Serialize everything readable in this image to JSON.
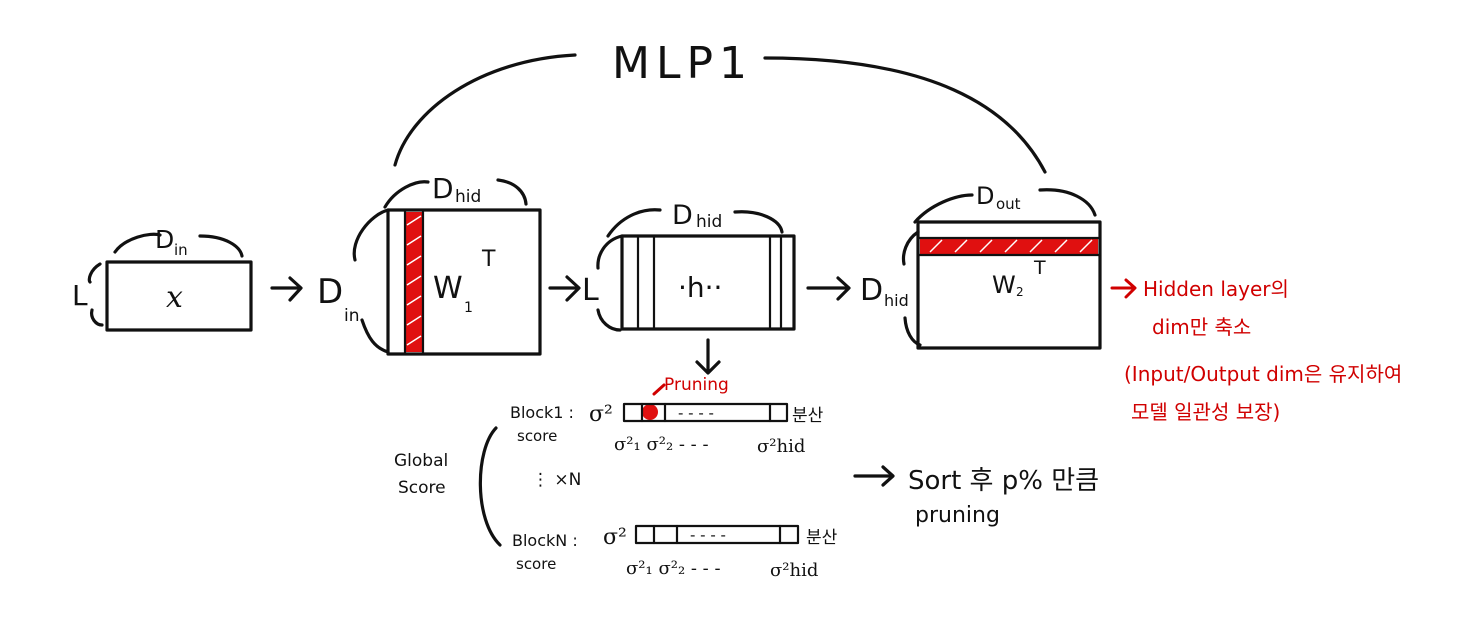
{
  "diagram": {
    "title": "MLP1",
    "input": {
      "symbol": "x",
      "width_label_main": "D",
      "width_label_sub": "in",
      "height_label": "L"
    },
    "w1": {
      "input_dim_main": "D",
      "input_dim_sub": "in",
      "top_dim_main": "D",
      "top_dim_sub": "hid",
      "label_main": "W",
      "label_sub": "1",
      "label_sup": "T"
    },
    "hidden": {
      "height_label": "L",
      "top_dim_main": "D",
      "top_dim_sub": "hid",
      "label": "·h··"
    },
    "w2": {
      "input_dim_main": "D",
      "input_dim_sub": "hid",
      "top_dim_main": "D",
      "top_dim_sub": "out",
      "label_main": "W",
      "label_sub": "2",
      "label_sup": "T"
    },
    "pruning_label": "Pruning",
    "global_score": {
      "line1": "Global",
      "line2": "Score",
      "repeat_label": "⋮ ×N",
      "block1": {
        "title": "Block1 :",
        "subtitle": "score",
        "sigma_label": "σ²",
        "variance_word": "분산",
        "dots": "- - - -",
        "sigma_sequence": "σ²₁ σ²₂ - - -",
        "sigma_last": "σ²hid"
      },
      "blockN": {
        "title": "BlockN :",
        "subtitle": "score",
        "sigma_label": "σ²",
        "variance_word": "분산",
        "dots": "- - - -",
        "sigma_sequence": "σ²₁ σ²₂ - - -",
        "sigma_last": "σ²hid"
      }
    },
    "sort_note": {
      "line1": "Sort 후 p% 만큼",
      "line2": "pruning"
    },
    "red_note": {
      "line1": "Hidden layer의",
      "line2": "dim만 축소",
      "line3": "(Input/Output dim은 유지하여",
      "line4": "모델 일관성 보장)"
    }
  },
  "colors": {
    "ink": "#111111",
    "accent_red": "#d00000"
  }
}
